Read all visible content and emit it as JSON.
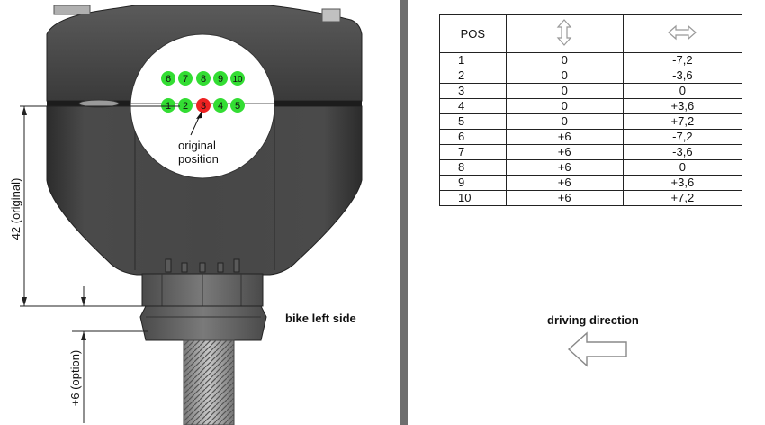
{
  "diagram": {
    "hole_top_labels": [
      "6",
      "7",
      "8",
      "9",
      "10"
    ],
    "hole_bottom_labels": [
      "1",
      "2",
      "3",
      "4",
      "5"
    ],
    "selected_label": "3",
    "original_text_line1": "original",
    "original_text_line2": "position",
    "dim_original": "42 (original)",
    "dim_option": "+6 (option)",
    "bike_side": "bike left side"
  },
  "colors": {
    "green_dot": "#33dd33",
    "red_dot": "#ee2222",
    "body": "#3d3d3d",
    "divider": "#6e6e6e"
  },
  "table": {
    "header_pos": "POS",
    "rows": [
      {
        "pos": "1",
        "v": "0",
        "h": "-7,2"
      },
      {
        "pos": "2",
        "v": "0",
        "h": "-3,6"
      },
      {
        "pos": "3",
        "v": "0",
        "h": "0"
      },
      {
        "pos": "4",
        "v": "0",
        "h": "+3,6"
      },
      {
        "pos": "5",
        "v": "0",
        "h": "+7,2"
      },
      {
        "pos": "6",
        "v": "+6",
        "h": "-7,2"
      },
      {
        "pos": "7",
        "v": "+6",
        "h": "-3,6"
      },
      {
        "pos": "8",
        "v": "+6",
        "h": "0"
      },
      {
        "pos": "9",
        "v": "+6",
        "h": "+3,6"
      },
      {
        "pos": "10",
        "v": "+6",
        "h": "+7,2"
      }
    ]
  },
  "driving_direction": "driving direction",
  "icons": {
    "vertical": "double-arrow-vertical-icon",
    "horizontal": "double-arrow-horizontal-icon",
    "direction": "arrow-left-icon"
  }
}
